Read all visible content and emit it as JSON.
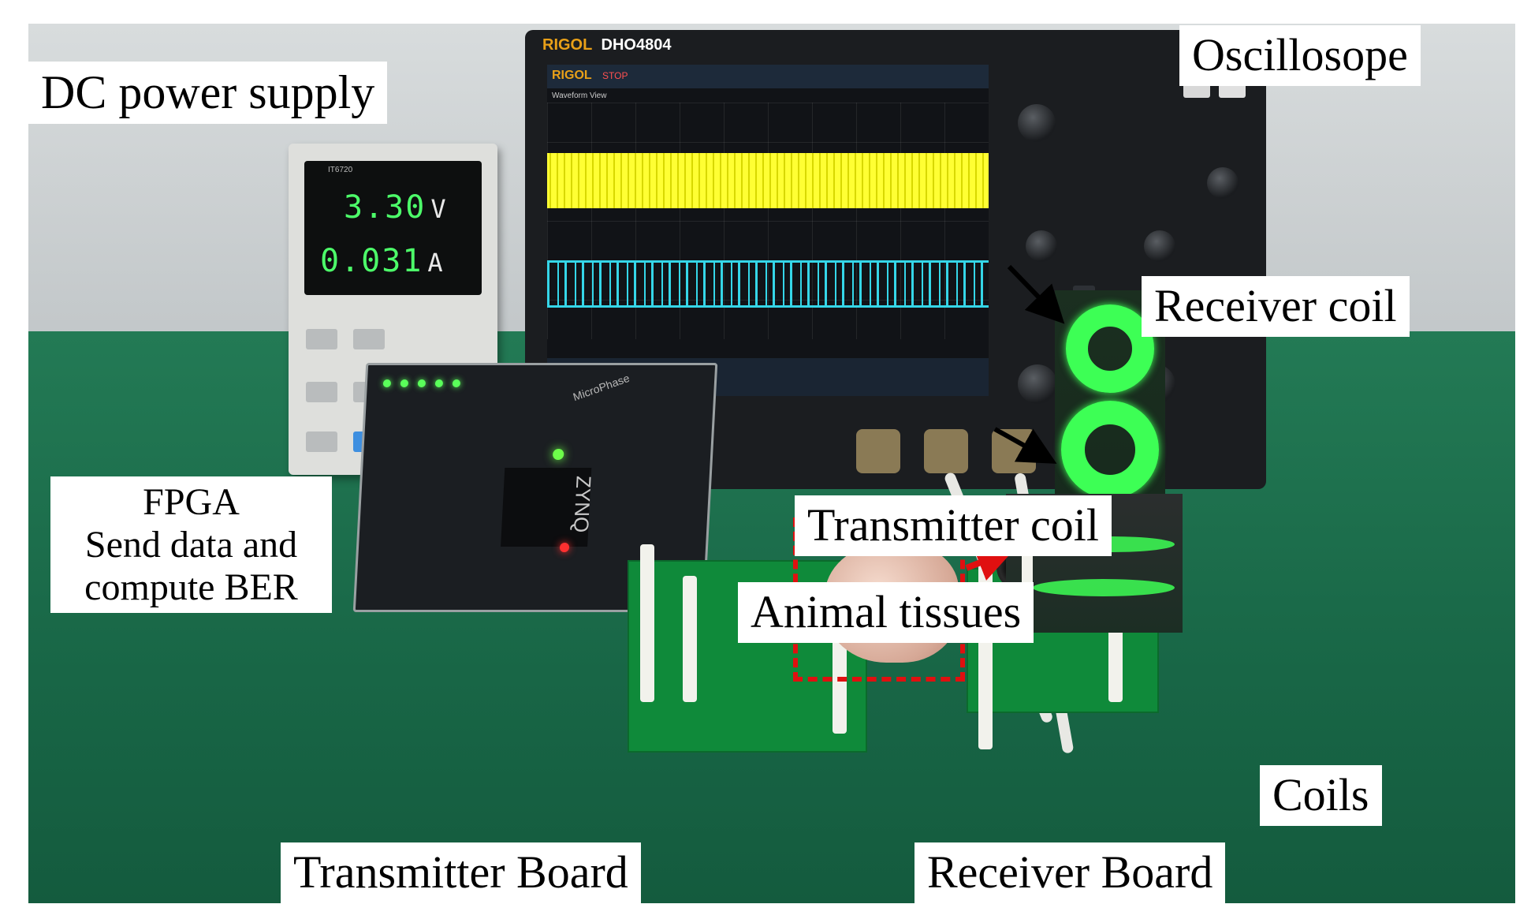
{
  "labels": {
    "dc_power_supply": "DC power supply",
    "oscilloscope": "Oscillosope",
    "receiver_coil": "Receiver coil",
    "transmitter_coil": "Transmitter coil",
    "fpga_line1": "FPGA",
    "fpga_line2": "Send data and",
    "fpga_line3": "compute BER",
    "animal_tissues": "Animal tissues",
    "coils": "Coils",
    "transmitter_board": "Transmitter Board",
    "receiver_board": "Receiver Board"
  },
  "psu": {
    "voltage": "3.30",
    "voltage_unit": "V",
    "current": "0.031",
    "current_unit": "A",
    "model": "IT6720"
  },
  "scope": {
    "brand": "RIGOL",
    "model": "DHO4804",
    "status": "STOP",
    "view": "Waveform View"
  },
  "fpga": {
    "brand": "MicroPhase",
    "chip": "ZYNQ"
  },
  "colors": {
    "label_bg": "#ffffff",
    "arrow_black": "#000000",
    "highlight_red": "#e01010",
    "coil_green": "#3dff55",
    "trace_yellow": "#ffff33",
    "trace_cyan": "#35d6e8"
  }
}
